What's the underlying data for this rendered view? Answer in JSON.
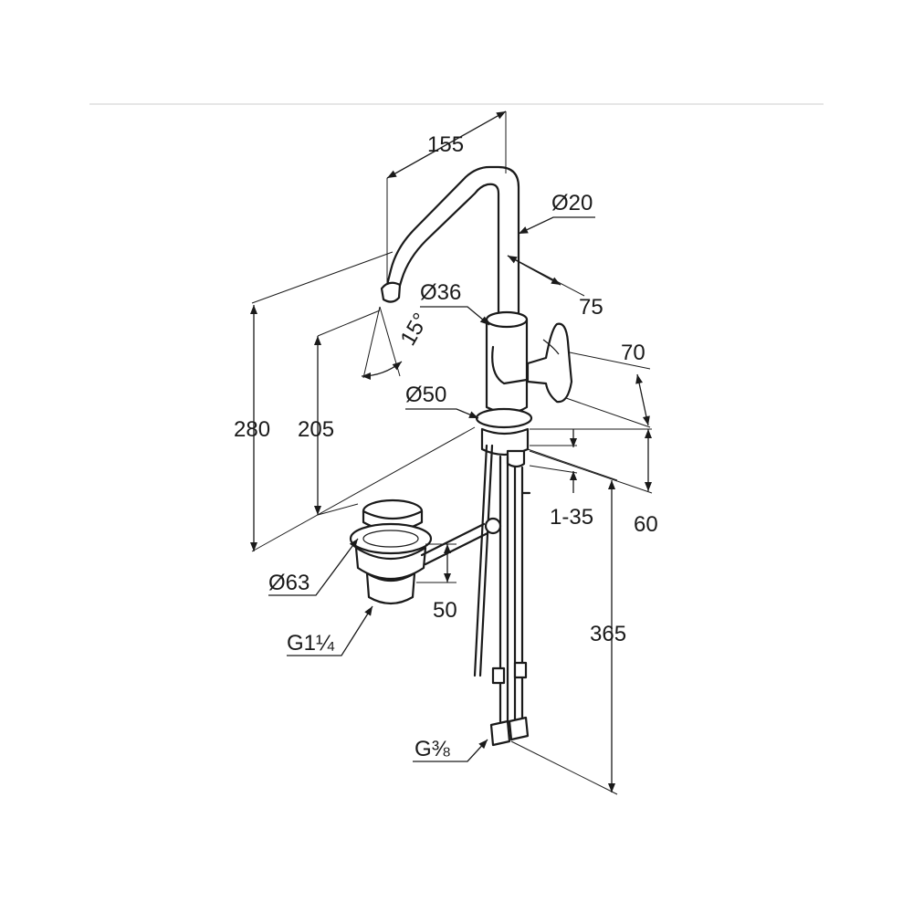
{
  "labels": {
    "width_155": "155",
    "dia_20": "Ø20",
    "dia_36": "Ø36",
    "len_75": "75",
    "angle_15": "15°",
    "len_70": "70",
    "dia_50": "Ø50",
    "height_280": "280",
    "height_205": "205",
    "thick_1_35": "1-35",
    "len_60": "60",
    "dia_63": "Ø63",
    "len_50": "50",
    "thread_g1_1_4": "G1¼",
    "len_365": "365",
    "thread_g3_8": "G⅜"
  }
}
